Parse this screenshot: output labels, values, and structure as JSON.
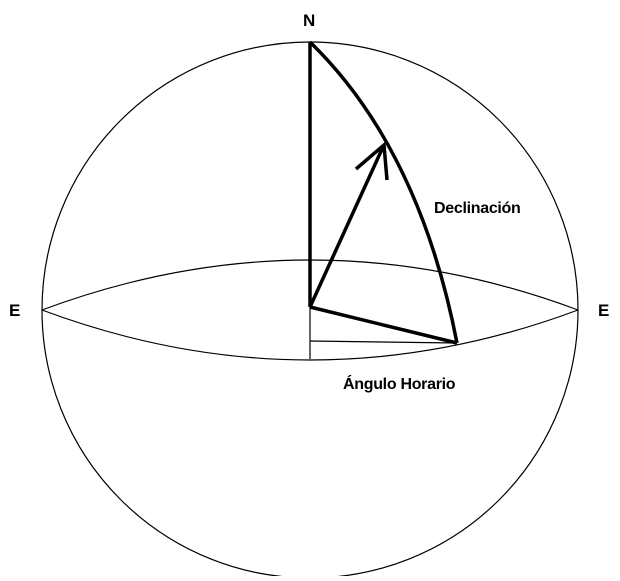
{
  "labels": {
    "north": "N",
    "east_left": "E",
    "east_right": "E",
    "declination": "Declinación",
    "hour_angle": "Ángulo Horario"
  },
  "colors": {
    "stroke": "#000000",
    "background": "#ffffff"
  }
}
